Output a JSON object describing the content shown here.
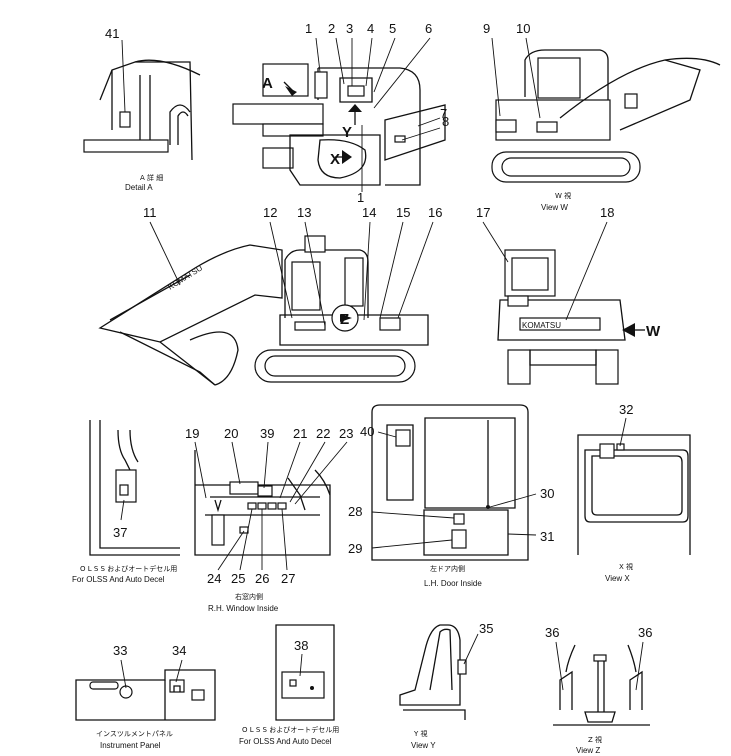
{
  "callouts": {
    "n1": "1",
    "n2": "2",
    "n3": "3",
    "n4": "4",
    "n5": "5",
    "n6": "6",
    "n7": "7",
    "n8": "8",
    "n9": "9",
    "n10": "10",
    "n11": "11",
    "n12": "12",
    "n13": "13",
    "n14": "14",
    "n15": "15",
    "n16": "16",
    "n17": "17",
    "n18": "18",
    "n19": "19",
    "n20": "20",
    "n21": "21",
    "n22": "22",
    "n23": "23",
    "n24": "24",
    "n25": "25",
    "n26": "26",
    "n27": "27",
    "n28": "28",
    "n29": "29",
    "n30": "30",
    "n31": "31",
    "n32": "32",
    "n33": "33",
    "n34": "34",
    "n35": "35",
    "n36a": "36",
    "n36b": "36",
    "n37": "37",
    "n38": "38",
    "n39": "39",
    "n40": "40",
    "n41": "41",
    "n1b": "1"
  },
  "view_arrows": {
    "a": "A",
    "x": "X",
    "y": "Y",
    "z": "Z",
    "w": "W"
  },
  "decals": {
    "brand": "KOMATSU"
  },
  "captions": {
    "detail_a_jp": "A 詳 細",
    "detail_a": "Detail A",
    "view_w_jp": "W 視",
    "view_w": "View W",
    "olss_left_jp": "O L S S およびオートデセル用",
    "olss_left": "For OLSS And Auto Decel",
    "rh_window_jp": "右窓内側",
    "rh_window": "R.H. Window Inside",
    "lh_door_jp": "左ドア内側",
    "lh_door": "L.H. Door Inside",
    "view_x_jp": "X 視",
    "view_x": "View X",
    "instrument_jp": "インスツルメントパネル",
    "instrument": "Instrument Panel",
    "olss_right_jp": "O L S S およびオートデセル用",
    "olss_right": "For OLSS And Auto Decel",
    "view_y_jp": "Y 視",
    "view_y": "View Y",
    "view_z_jp": "Z 視",
    "view_z": "View Z"
  }
}
